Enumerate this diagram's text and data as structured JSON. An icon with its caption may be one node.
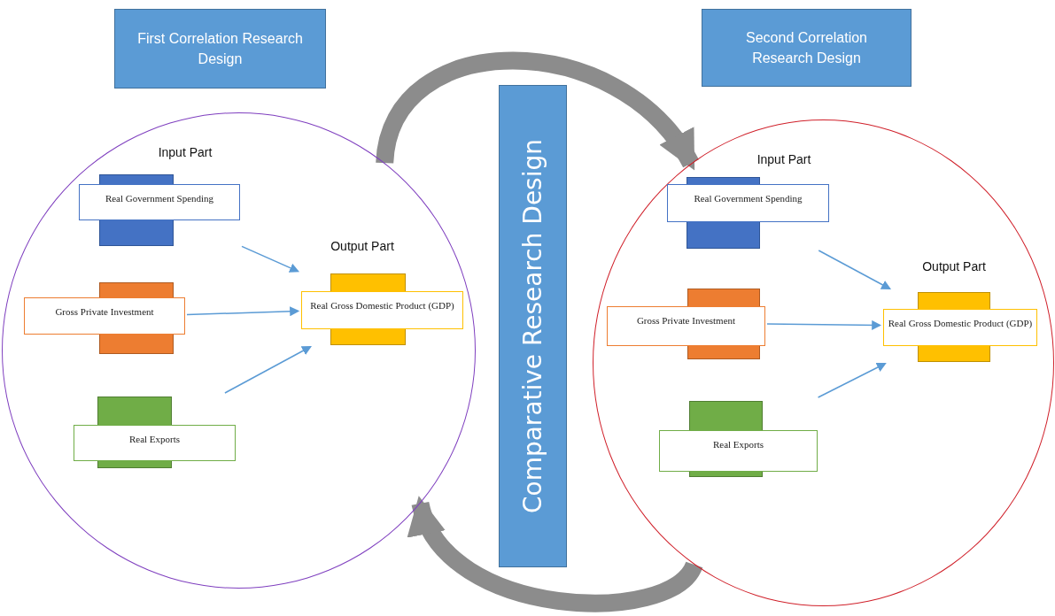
{
  "diagram": {
    "nodes": [
      {
        "text": [
          "First Correlation Research Design"
        ]
      },
      {
        "text": [
          "Second Correlation Research Design"
        ]
      },
      {
        "text": [],
        "shape": "circle"
      },
      {
        "text": [
          "Real Government Spending"
        ],
        "in": 2
      },
      {
        "text": [
          "Gross Private Investment"
        ],
        "in": 2
      },
      {
        "text": [
          "Real Exports"
        ],
        "in": 2
      },
      {
        "text": [
          "Real Gross Domestic Product (GDP)"
        ],
        "in": 2
      },
      {
        "text": [
          "Comparative Research Design"
        ]
      },
      {
        "text": [],
        "shape": "circle"
      },
      {
        "text": [
          "Real Government Spending"
        ],
        "in": 8
      },
      {
        "text": [
          "Gross Private Investment"
        ],
        "in": 8
      },
      {
        "text": [
          "Real Exports"
        ],
        "in": 8
      },
      {
        "text": [
          "Real Gross Domestic Product (GDP)"
        ],
        "in": 8
      }
    ],
    "edges": [
      {
        "from": 3,
        "to": 6,
        "arrow": "to"
      },
      {
        "from": 4,
        "to": 6,
        "arrow": "to"
      },
      {
        "from": 5,
        "to": 6,
        "arrow": "to"
      },
      {
        "from": 9,
        "to": 12,
        "arrow": "to"
      },
      {
        "from": 10,
        "to": 12,
        "arrow": "to"
      },
      {
        "from": 11,
        "to": 12,
        "arrow": "to"
      },
      {
        "from": 2,
        "to": 8,
        "arrow": "to",
        "style": "thick",
        "color": "#8c8c8c"
      },
      {
        "from": 8,
        "to": 2,
        "arrow": "to",
        "style": "thick",
        "color": "#8c8c8c"
      }
    ],
    "labels": [
      "Input Part",
      "Input Part",
      "Output Part",
      "Output Part"
    ]
  }
}
